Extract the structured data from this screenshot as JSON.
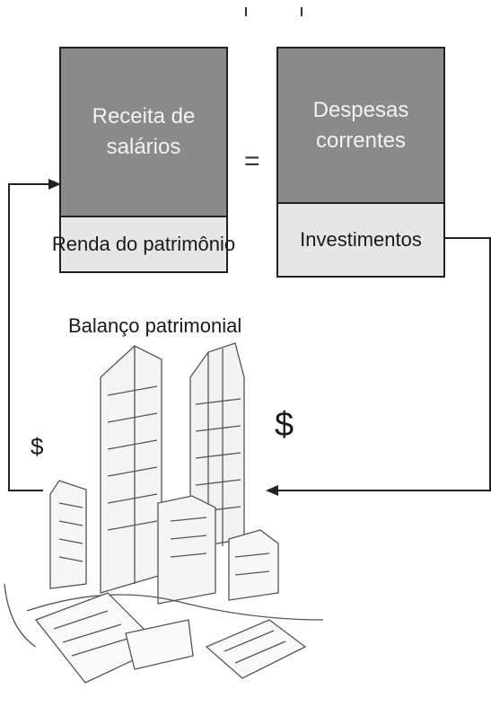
{
  "diagram": {
    "left_box": {
      "top_label": "Receita de\nsalários",
      "bottom_label": "Renda do patrimônio"
    },
    "operator": "=",
    "right_box": {
      "top_label": "Despesas\ncorrentes",
      "bottom_label": "Investimentos"
    },
    "caption": "Balanço patrimonial",
    "left_flow_label": "$",
    "right_flow_label": "$",
    "colors": {
      "top_box_fill": "#8a8a8a",
      "bottom_box_fill": "#e6e6e6",
      "stroke": "#222222"
    },
    "illustration": "city-skyline-sketch"
  }
}
